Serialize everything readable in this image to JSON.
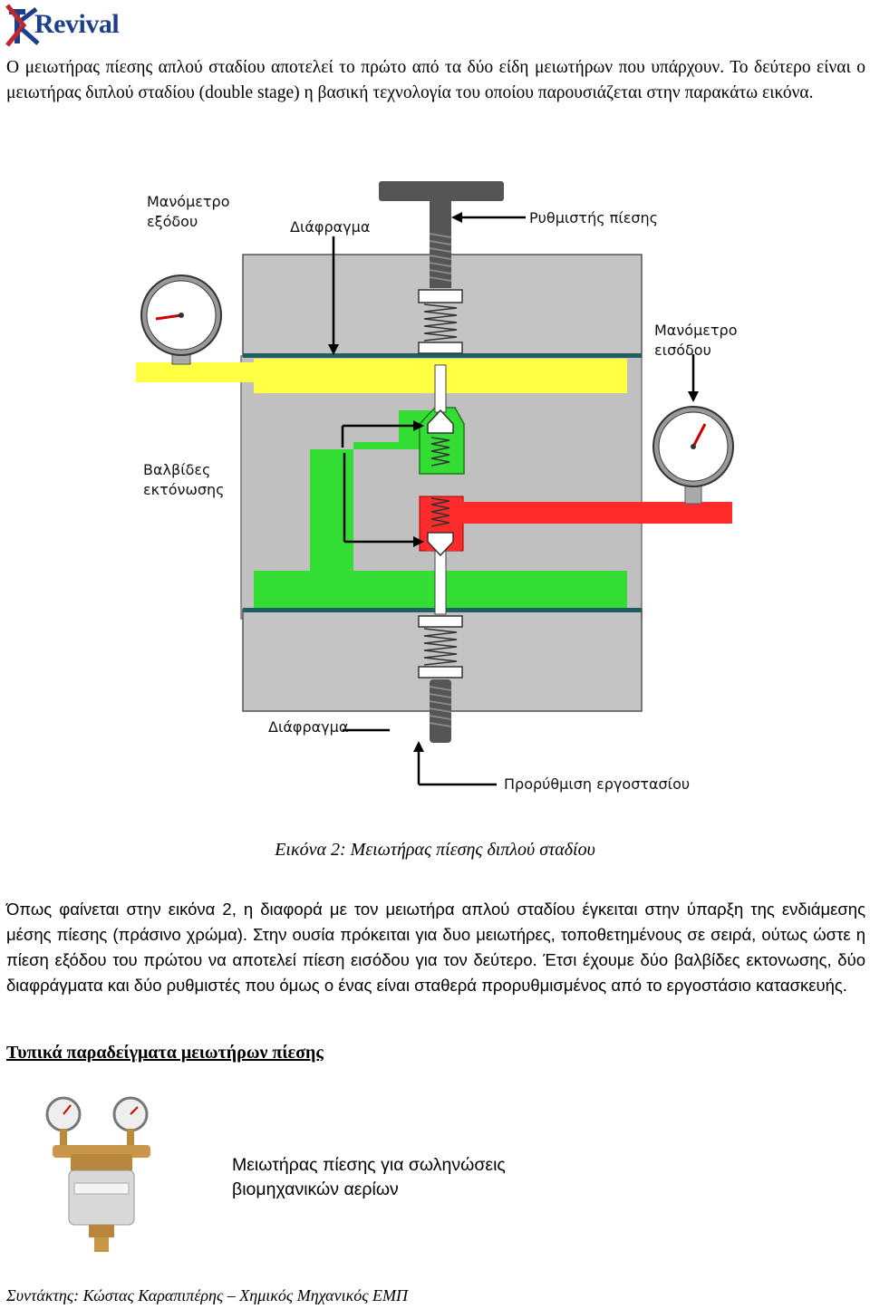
{
  "logo": {
    "text": "Revival"
  },
  "intro_paragraph": "Ο μειωτήρας πίεσης απλού σταδίου αποτελεί το πρώτο από τα δύο είδη μειωτήρων που υπάρχουν. Το δεύτερο είναι ο μειωτήρας διπλού σταδίου (double stage) η βασική τεχνολογία του οποίου παρουσιάζεται στην παρακάτω εικόνα.",
  "figure": {
    "labels": {
      "outlet_gauge_1": "Μανόμετρο",
      "outlet_gauge_2": "εξόδου",
      "diaphragm_top": "Διάφραγμα",
      "pressure_adjuster": "Ρυθμιστής πίεσης",
      "inlet_gauge_1": "Μανόμετρο",
      "inlet_gauge_2": "εισόδου",
      "relief_valves_1": "Βαλβίδες",
      "relief_valves_2": "εκτόνωσης",
      "diaphragm_bottom": "Διάφραγμα",
      "factory_preset": "Προρύθμιση εργοστασίου"
    },
    "colors": {
      "outlet_low_pressure": "#ffff44",
      "intermediate_pressure": "#33dd33",
      "inlet_high_pressure": "#ff2a2a",
      "body": "#c0c0c0",
      "diaphragm": "#1f5f5f"
    }
  },
  "caption": "Εικόνα 2: Μειωτήρας πίεσης διπλού σταδίου",
  "body_paragraph": "Όπως φαίνεται στην εικόνα 2, η διαφορά με τον μειωτήρα απλού σταδίου έγκειται στην ύπαρξη της ενδιάμεσης μέσης πίεσης (πράσινο χρώμα). Στην ουσία πρόκειται για δυο μειωτήρες, τοποθετημένους σε σειρά, ούτως ώστε η πίεση εξόδου του πρώτου να αποτελεί πίεση εισόδου για τον δεύτερο. Έτσι έχουμε δύο βαλβίδες εκτονωσης, δύο διαφράγματα και δύο ρυθμιστές που όμως ο ένας είναι σταθερά προρυθμισμένος από το εργοστάσιο κατασκευής.",
  "section_title": "Τυπικά παραδείγματα μειωτήρων πίεσης",
  "product_caption_line1": "Μειωτήρας πίεσης για σωληνώσεις",
  "product_caption_line2": "βιομηχανικών αερίων",
  "footer": "Συντάκτης: Κώστας Καραπιπέρης – Χημικός Μηχανικός ΕΜΠ"
}
